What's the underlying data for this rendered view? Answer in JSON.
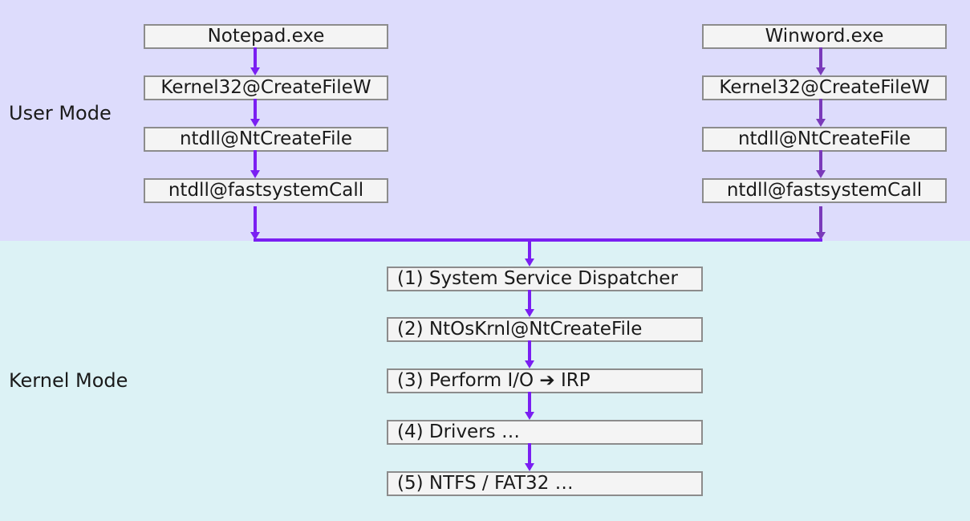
{
  "colors": {
    "user_mode_bg": "#dddcfc",
    "kernel_mode_bg": "#dcf2f5",
    "arrow_left": "#7a1ff2",
    "arrow_right": "#7a3aba",
    "arrow_shared": "#7a1ff2"
  },
  "user_mode": {
    "label": "User Mode",
    "left_stack": [
      "Notepad.exe",
      "Kernel32@CreateFileW",
      "ntdll@NtCreateFile",
      "ntdll@fastsystemCall"
    ],
    "right_stack": [
      "Winword.exe",
      "Kernel32@CreateFileW",
      "ntdll@NtCreateFile",
      "ntdll@fastsystemCall"
    ]
  },
  "kernel_mode": {
    "label": "Kernel Mode",
    "stack": [
      "(1) System Service Dispatcher",
      "(2) NtOsKrnl@NtCreateFile",
      "(3) Perform I/O ➔ IRP",
      "(4) Drivers …",
      "(5) NTFS / FAT32 …"
    ]
  }
}
